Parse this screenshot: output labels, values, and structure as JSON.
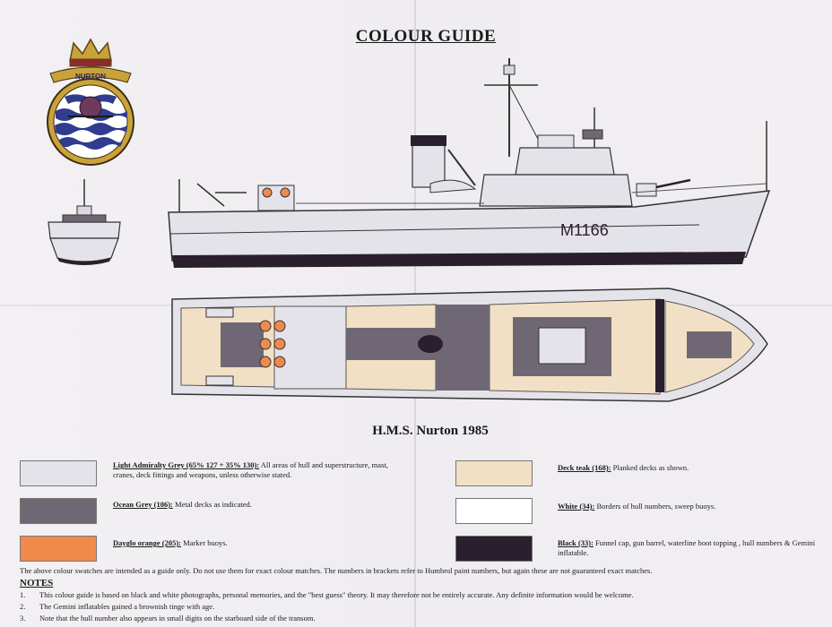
{
  "title": "COLOUR GUIDE",
  "subtitle": "H.M.S. Nurton 1985",
  "crest_name": "NURTON",
  "hull_number": "M1166",
  "colors": {
    "light_grey": "#e4e3ea",
    "ocean_grey": "#6f6874",
    "dayglo_orange": "#f08a4b",
    "deck_teak": "#f1e0c5",
    "white": "#ffffff",
    "black": "#2a1f2c"
  },
  "legend": {
    "light_grey": {
      "name": "Light Admiralty Grey (65% 127 + 35% 130):",
      "desc": "All areas of hull and superstructure, mast, cranes, deck fittings and weapons, unless otherwise stated."
    },
    "ocean_grey": {
      "name": "Ocean Grey (106):",
      "desc": "Metal decks as indicated."
    },
    "dayglo_orange": {
      "name": "Dayglo orange (205):",
      "desc": "Marker buoys."
    },
    "deck_teak": {
      "name": "Deck teak (168):",
      "desc": "Planked decks as shown."
    },
    "white": {
      "name": "White (34):",
      "desc": "Borders of hull numbers, sweep buoys."
    },
    "black": {
      "name": "Black (33):",
      "desc": "Funnel cap, gun barrel, waterline boot topping , hull numbers & Gemini inflatable."
    }
  },
  "disclaimer": "The above colour swatches are intended as a guide only. Do not use them for exact colour matches. The numbers in brackets refer to Humbrol paint numbers, but again these are not guaranteed exact matches.",
  "notes_heading": "NOTES",
  "notes": [
    {
      "num": "1.",
      "text": "This colour guide is based on black and white photographs, personal memories, and the \"best guess\" theory. It may therefore not be entirely accurate. Any definite information would be welcome."
    },
    {
      "num": "2.",
      "text": "The Gemini inflatables gained a brownish tinge with age."
    },
    {
      "num": "3.",
      "text": "Note that the hull number also appears in small digits on the starboard side of the transom."
    }
  ]
}
